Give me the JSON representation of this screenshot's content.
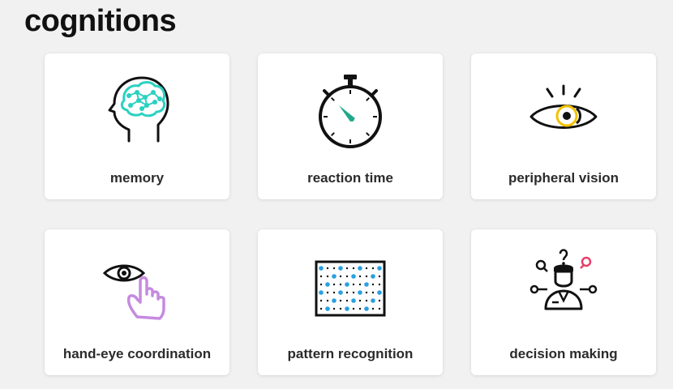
{
  "page": {
    "title": "cognitions"
  },
  "colors": {
    "background": "#f1f1f1",
    "card": "#ffffff",
    "text": "#1f1f1f",
    "brain_teal": "#2bd1c0",
    "stopwatch_hand": "#1fa98a",
    "eye_yellow": "#f2c200",
    "hand_purple": "#c58be0",
    "dot_blue": "#2aa0e0",
    "pin_pink": "#e6406a"
  },
  "cards": [
    {
      "label": "memory",
      "icon": "brain-head-icon"
    },
    {
      "label": "reaction time",
      "icon": "stopwatch-icon"
    },
    {
      "label": "peripheral vision",
      "icon": "eye-icon"
    },
    {
      "label": "hand-eye coordination",
      "icon": "hand-eye-icon"
    },
    {
      "label": "pattern recognition",
      "icon": "dot-grid-icon"
    },
    {
      "label": "decision making",
      "icon": "person-choices-icon"
    }
  ]
}
